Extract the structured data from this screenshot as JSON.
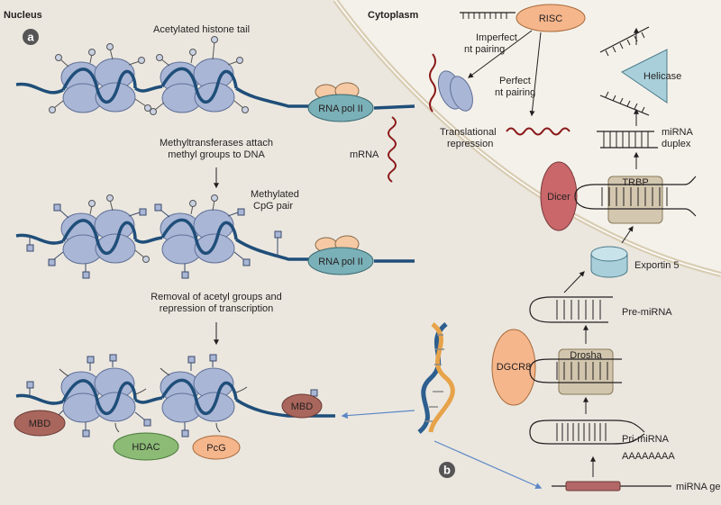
{
  "headers": {
    "nucleus": "Nucleus",
    "cytoplasm": "Cytoplasm"
  },
  "panels": {
    "a": "a",
    "b": "b"
  },
  "nucleus": {
    "acetylated_histone_tail": "Acetylated histone tail",
    "rna_pol_ii": "RNA pol II",
    "mrna": "mRNA",
    "methyltransferase_line1": "Methyltransferases attach",
    "methyltransferase_line2": "methyl groups to DNA",
    "methylated_line1": "Methylated",
    "methylated_line2": "CpG pair",
    "removal_line1": "Removal of acetyl groups and",
    "removal_line2": "repression of transcription",
    "mbd": "MBD",
    "hdac": "HDAC",
    "pcg": "PcG"
  },
  "cytoplasm": {
    "risc": "RISC",
    "imperfect_line1": "Imperfect",
    "imperfect_line2": "nt pairing",
    "perfect_line1": "Perfect",
    "perfect_line2": "nt pairing",
    "translational_line1": "Translational",
    "translational_line2": "repression",
    "helicase": "Helicase",
    "mirna_duplex_line1": "miRNA",
    "mirna_duplex_line2": "duplex",
    "dicer": "Dicer",
    "trbp": "TRBP",
    "exportin": "Exportin 5",
    "pre_mirna": "Pre-miRNA",
    "dgcr8": "DGCR8",
    "drosha": "Drosha",
    "pri_mirna": "Pri-miRNA",
    "polya": "AAAAAAAA",
    "mirna_gene": "miRNA gene"
  },
  "colors": {
    "nucleus_bg": "#ebe7df",
    "cytoplasm_bg": "#f4f1ea",
    "membrane": "#d9cdb3",
    "dna": "#1f4e79",
    "histone": "#a9b6d6",
    "mrna": "#8b1a1a",
    "pol": "#7ab0b7",
    "pol_cap": "#f5c9a3",
    "mbd": "#a9665c",
    "hdac": "#8cbb76",
    "pcg": "#f5b68c",
    "risc": "#f5b68c",
    "dicer": "#c9676a",
    "drosha_box": "#ccbfa4",
    "exportin": "#a9d0da",
    "gene_bar": "#b36767",
    "helix_blue": "#2d5f8f",
    "helix_orange": "#e7a34a",
    "label_bg": "#555555",
    "arrow_blue": "#5b87c5"
  }
}
